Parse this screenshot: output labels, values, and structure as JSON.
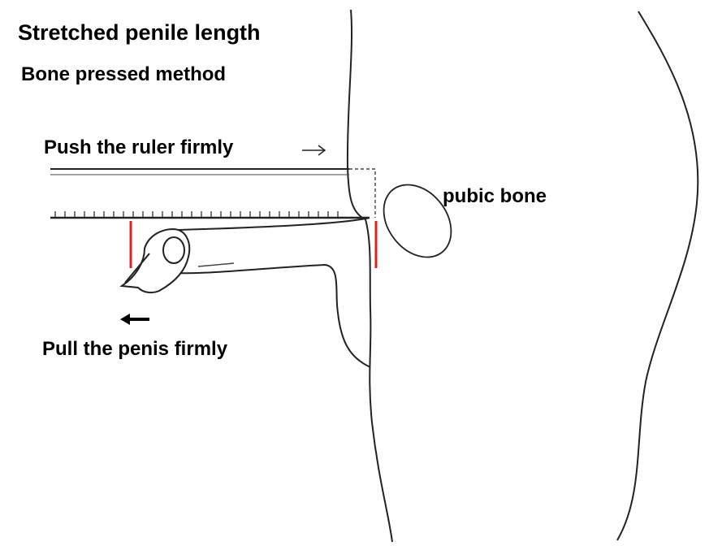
{
  "title": "Stretched penile length",
  "subtitle": "Bone pressed method",
  "labels": {
    "push": "Push the ruler firmly",
    "pubic_bone": "pubic bone",
    "pull": "Pull the penis firmly"
  },
  "colors": {
    "line": "#222222",
    "marker": "#e02020"
  },
  "icons": {
    "push_arrow": "right-arrow-icon",
    "pull_arrow": "left-arrow-icon"
  }
}
